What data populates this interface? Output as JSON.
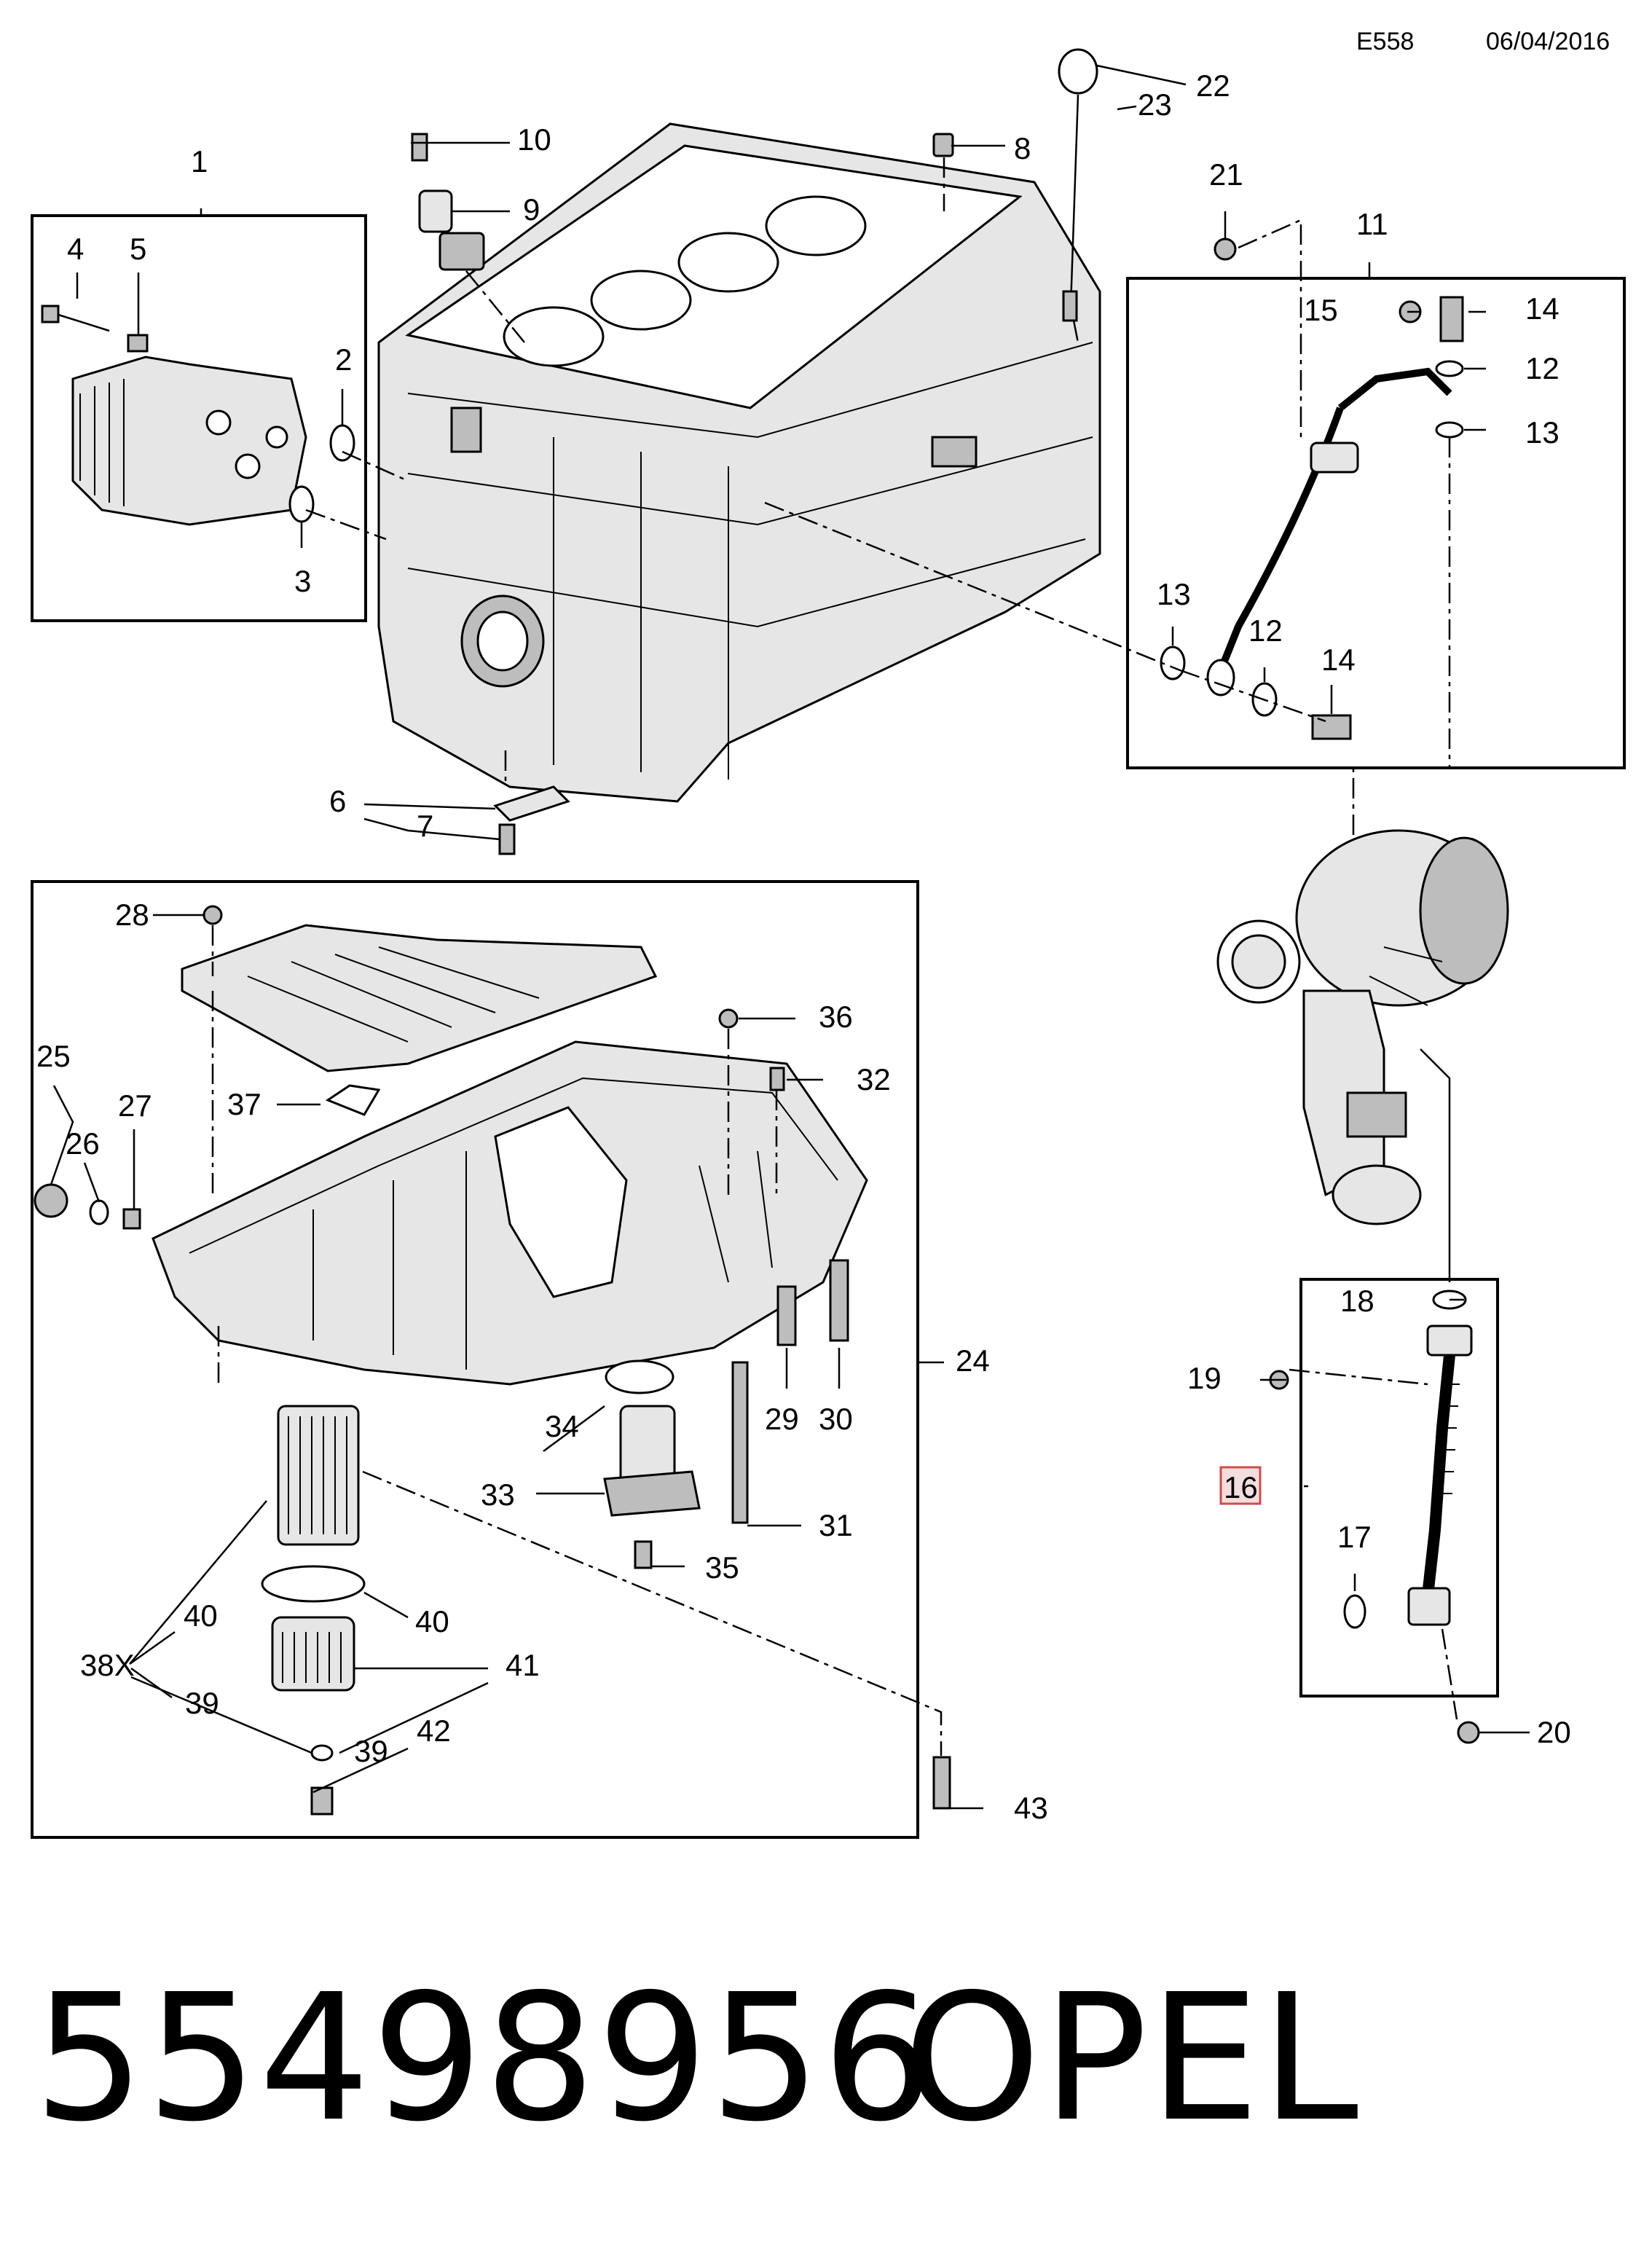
{
  "header": {
    "code": "E558",
    "date": "06/04/2016"
  },
  "footer": {
    "part_number": "55498956",
    "brand": "OPEL"
  },
  "highlighted_callout": "16",
  "callouts": {
    "c1": "1",
    "c2": "2",
    "c3": "3",
    "c4": "4",
    "c5": "5",
    "c6": "6",
    "c7": "7",
    "c8": "8",
    "c9": "9",
    "c10": "10",
    "c11": "11",
    "c12a": "12",
    "c12b": "12",
    "c13a": "13",
    "c13b": "13",
    "c14a": "14",
    "c14b": "14",
    "c15": "15",
    "c16": "16",
    "c17": "17",
    "c18": "18",
    "c19": "19",
    "c20": "20",
    "c21": "21",
    "c22": "22",
    "c23": "23",
    "c24": "24",
    "c25": "25",
    "c26": "26",
    "c27": "27",
    "c28": "28",
    "c29": "29",
    "c30": "30",
    "c31": "31",
    "c32": "32",
    "c33": "33",
    "c34": "34",
    "c35": "35",
    "c36": "36",
    "c37": "37",
    "c38": "38X",
    "c39a": "39",
    "c39b": "39",
    "c40a": "40",
    "c40b": "40",
    "c41": "41",
    "c42": "42",
    "c43": "43"
  }
}
